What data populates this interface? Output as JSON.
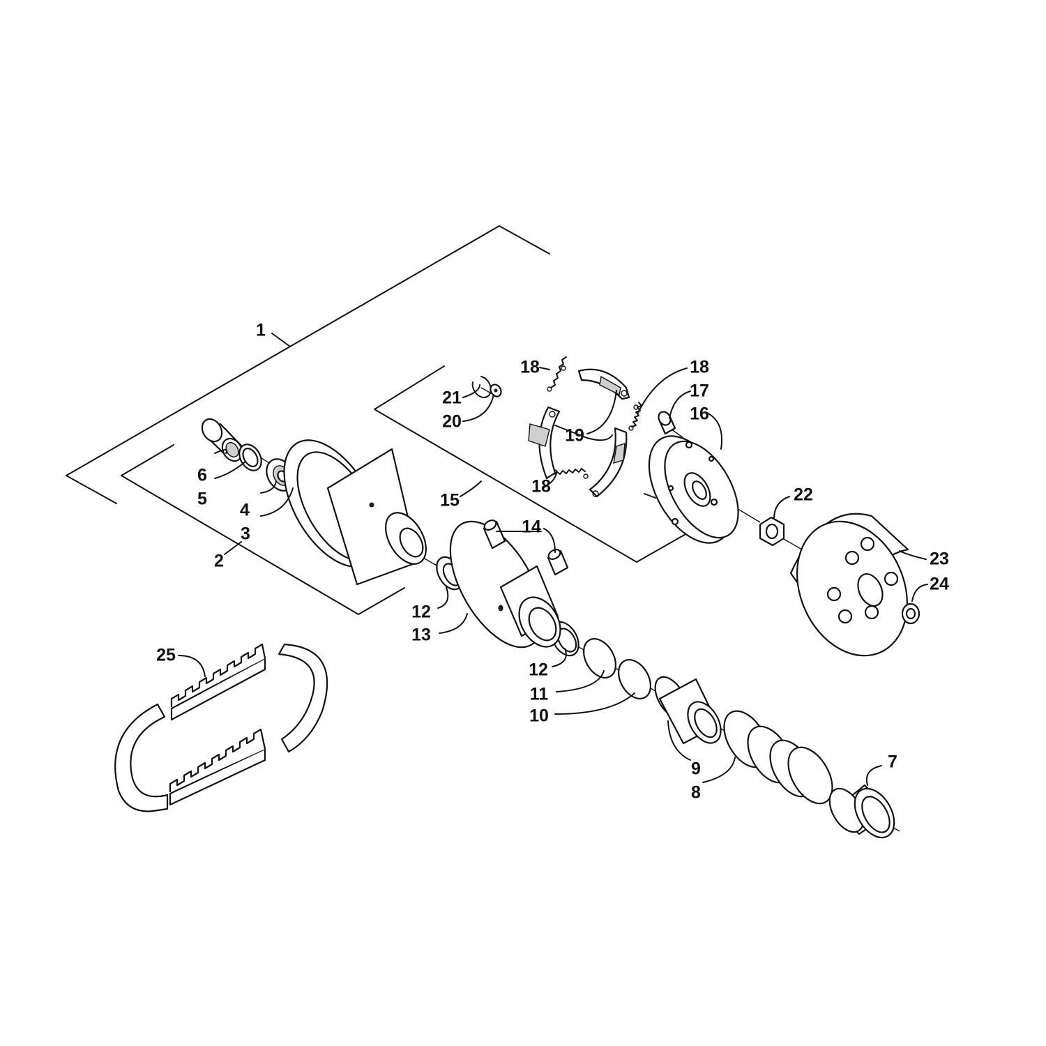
{
  "callouts": {
    "c1": "1",
    "c2": "2",
    "c3": "3",
    "c4": "4",
    "c5": "5",
    "c6": "6",
    "c7": "7",
    "c8": "8",
    "c9": "9",
    "c10": "10",
    "c11": "11",
    "c12a": "12",
    "c12b": "12",
    "c13": "13",
    "c14": "14",
    "c15": "15",
    "c16": "16",
    "c17": "17",
    "c18a": "18",
    "c18b": "18",
    "c18c": "18",
    "c19": "19",
    "c20": "20",
    "c21": "21",
    "c22": "22",
    "c23": "23",
    "c24": "24",
    "c25": "25"
  }
}
